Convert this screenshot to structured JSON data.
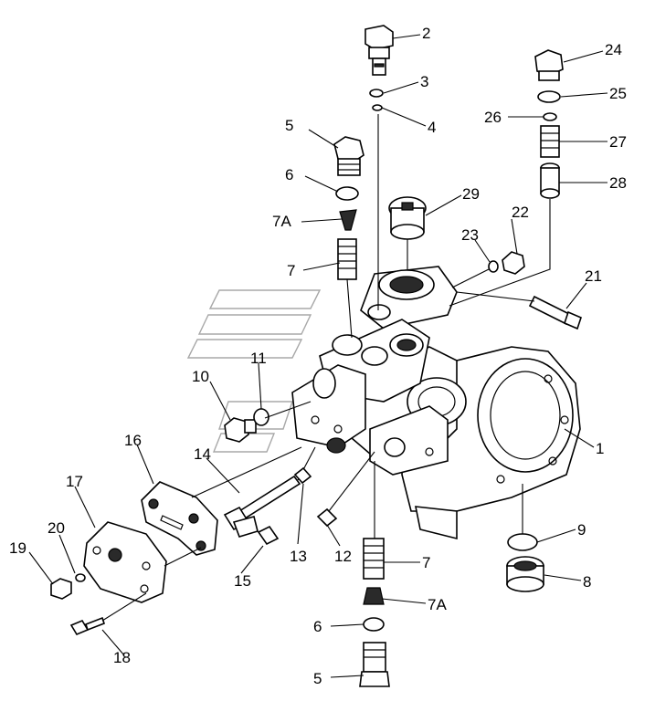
{
  "diagram": {
    "callouts": [
      "1",
      "2",
      "3",
      "4",
      "5",
      "6",
      "7A",
      "7",
      "29",
      "22",
      "23",
      "24",
      "25",
      "26",
      "27",
      "28",
      "21",
      "11",
      "10",
      "14",
      "16",
      "17",
      "20",
      "19",
      "15",
      "13",
      "12",
      "7",
      "7A",
      "6",
      "5",
      "9",
      "8",
      "18"
    ]
  }
}
